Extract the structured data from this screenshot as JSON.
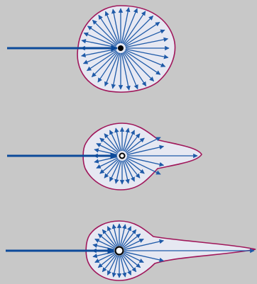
{
  "colors": {
    "background": "#c8c8c8",
    "lobe_fill": "#e6e8f2",
    "lobe_outline": "#a0175a",
    "ray": "#1f5aa8",
    "incident_beam": "#0c4a9a",
    "center": "#000000"
  },
  "panels": [
    {
      "id": "top",
      "center_style": "filled-dot",
      "forward_lobe": "none"
    },
    {
      "id": "middle",
      "center_style": "ring",
      "forward_lobe": "medium"
    },
    {
      "id": "bottom",
      "center_style": "ring",
      "forward_lobe": "long"
    }
  ]
}
